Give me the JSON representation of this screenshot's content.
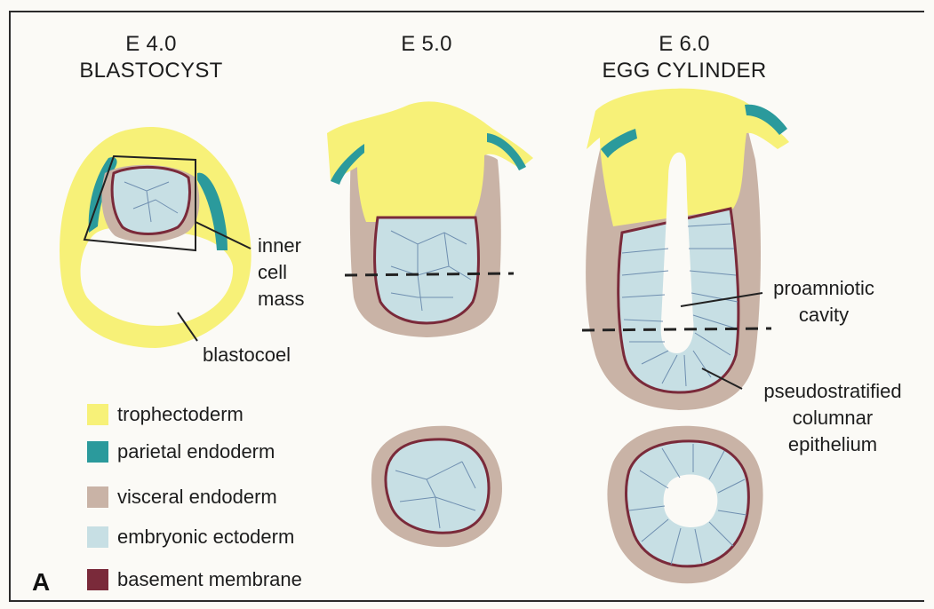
{
  "stages": [
    {
      "stage": "E 4.0",
      "name": "BLASTOCYST"
    },
    {
      "stage": "E 5.0",
      "name": ""
    },
    {
      "stage": "E 6.0",
      "name": "EGG CYLINDER"
    }
  ],
  "labels": {
    "inner_cell_mass": [
      "inner",
      "cell",
      "mass"
    ],
    "blastocoel": "blastocoel",
    "proamniotic_cavity": [
      "proamniotic",
      "cavity"
    ],
    "pseudostratified": [
      "pseudostratified",
      "columnar",
      "epithelium"
    ]
  },
  "legend": [
    {
      "label": "trophectoderm",
      "color": "#f7f178"
    },
    {
      "label": "parietal endoderm",
      "color": "#2b9a9c"
    },
    {
      "label": "visceral endoderm",
      "color": "#c9b3a6"
    },
    {
      "label": "embryonic ectoderm",
      "color": "#c7dfe4"
    },
    {
      "label": "basement membrane",
      "color": "#7a2a3a"
    }
  ],
  "panel_label": "A",
  "colors": {
    "trophectoderm": "#f7f178",
    "trophectoderm_strong": "#f4ea55",
    "parietal": "#2b9a9c",
    "visceral": "#c9b3a6",
    "ectoderm": "#c7dfe4",
    "membrane": "#7a2a3a",
    "cell_lines": "#6f8fb0"
  }
}
